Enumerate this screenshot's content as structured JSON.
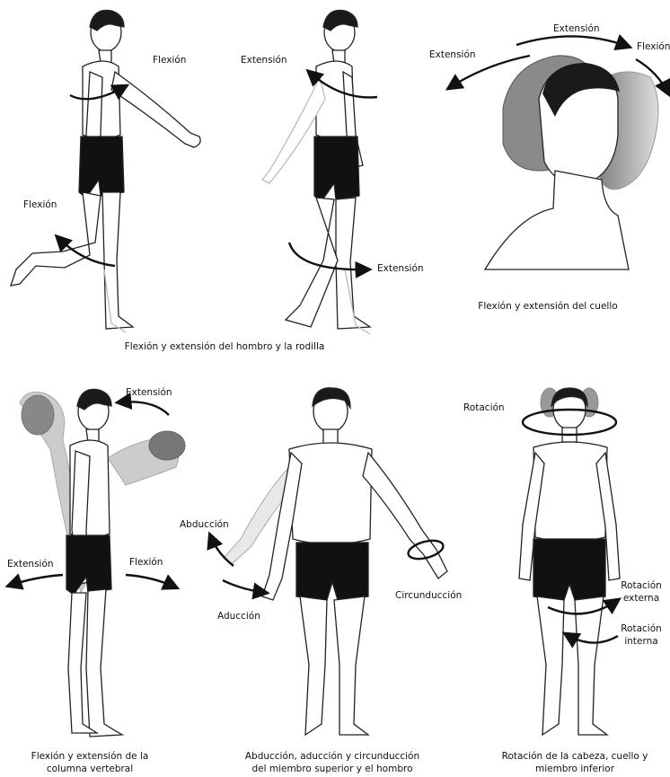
{
  "panels": [
    {
      "id": "shoulder-knee",
      "caption": "Flexión y extensión del hombro y la rodilla",
      "labels": {
        "shoulder_flexion": "Flexión",
        "shoulder_extension": "Extensión",
        "knee_flexion": "Flexión",
        "knee_extension": "Extensión"
      }
    },
    {
      "id": "neck",
      "caption": "Flexión y extensión del cuello",
      "labels": {
        "extension_top": "Extensión",
        "extension_left": "Extensión",
        "flexion": "Flexión"
      }
    },
    {
      "id": "spine",
      "caption_lines": [
        "Flexión y extensión de la",
        "columna vertebral"
      ],
      "labels": {
        "extension_top": "Extensión",
        "extension_left": "Extensión",
        "flexion": "Flexión"
      }
    },
    {
      "id": "upper-limb",
      "caption_lines": [
        "Abducción, aducción y circunducción",
        "del miembro superior y el hombro"
      ],
      "labels": {
        "abduccion": "Abducción",
        "aduccion": "Aducción",
        "circunduccion": "Circunducción"
      }
    },
    {
      "id": "rotation",
      "caption_lines": [
        "Rotación de la cabeza, cuello y",
        "miembro inferior"
      ],
      "labels": {
        "rotacion": "Rotación",
        "rot_externa_lines": [
          "Rotación",
          "externa"
        ],
        "rot_interna_lines": [
          "Rotación",
          "interna"
        ]
      }
    }
  ],
  "colors": {
    "skin_line": "#222222",
    "shorts": "#111111",
    "hair": "#1a1a1a",
    "ghost": "#b5b5b5",
    "ghost_hair": "#7a7a7a"
  }
}
